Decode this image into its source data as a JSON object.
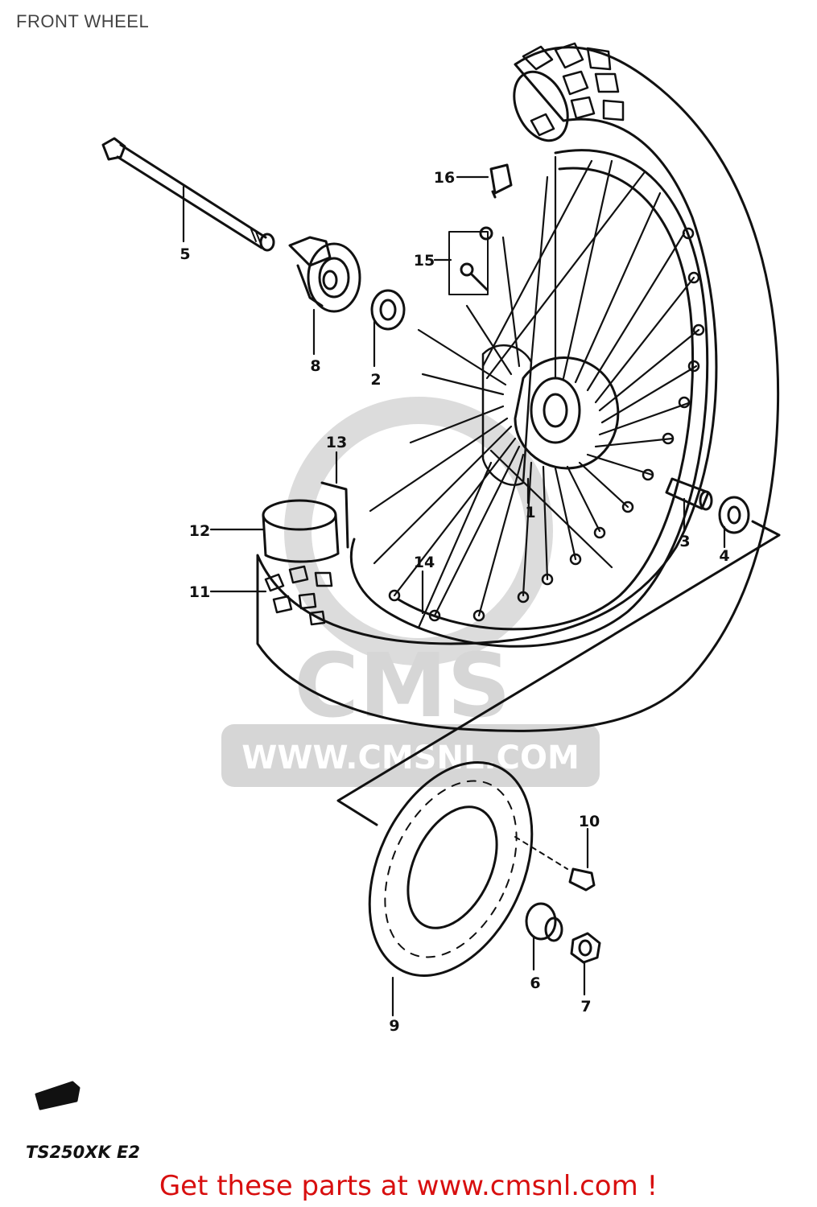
{
  "page": {
    "title": "FRONT WHEEL",
    "model_code": "TS250XK E2",
    "footer_link": "Get these parts at www.cmsnl.com !"
  },
  "watermark": {
    "logo_text": "CMS",
    "url": "WWW.CMSNL.COM"
  },
  "diagram": {
    "callouts": [
      {
        "id": "1",
        "label": "1"
      },
      {
        "id": "2",
        "label": "2"
      },
      {
        "id": "3",
        "label": "3"
      },
      {
        "id": "4",
        "label": "4"
      },
      {
        "id": "5",
        "label": "5"
      },
      {
        "id": "6",
        "label": "6"
      },
      {
        "id": "7",
        "label": "7"
      },
      {
        "id": "8",
        "label": "8"
      },
      {
        "id": "9",
        "label": "9"
      },
      {
        "id": "10",
        "label": "10"
      },
      {
        "id": "11",
        "label": "11"
      },
      {
        "id": "12",
        "label": "12"
      },
      {
        "id": "13",
        "label": "13"
      },
      {
        "id": "14",
        "label": "14"
      },
      {
        "id": "15",
        "label": "15"
      },
      {
        "id": "16",
        "label": "16"
      }
    ]
  },
  "colors": {
    "line": "#111111",
    "watermark": "#d9d9d9",
    "footer": "#d80f0f",
    "title": "#444444"
  }
}
